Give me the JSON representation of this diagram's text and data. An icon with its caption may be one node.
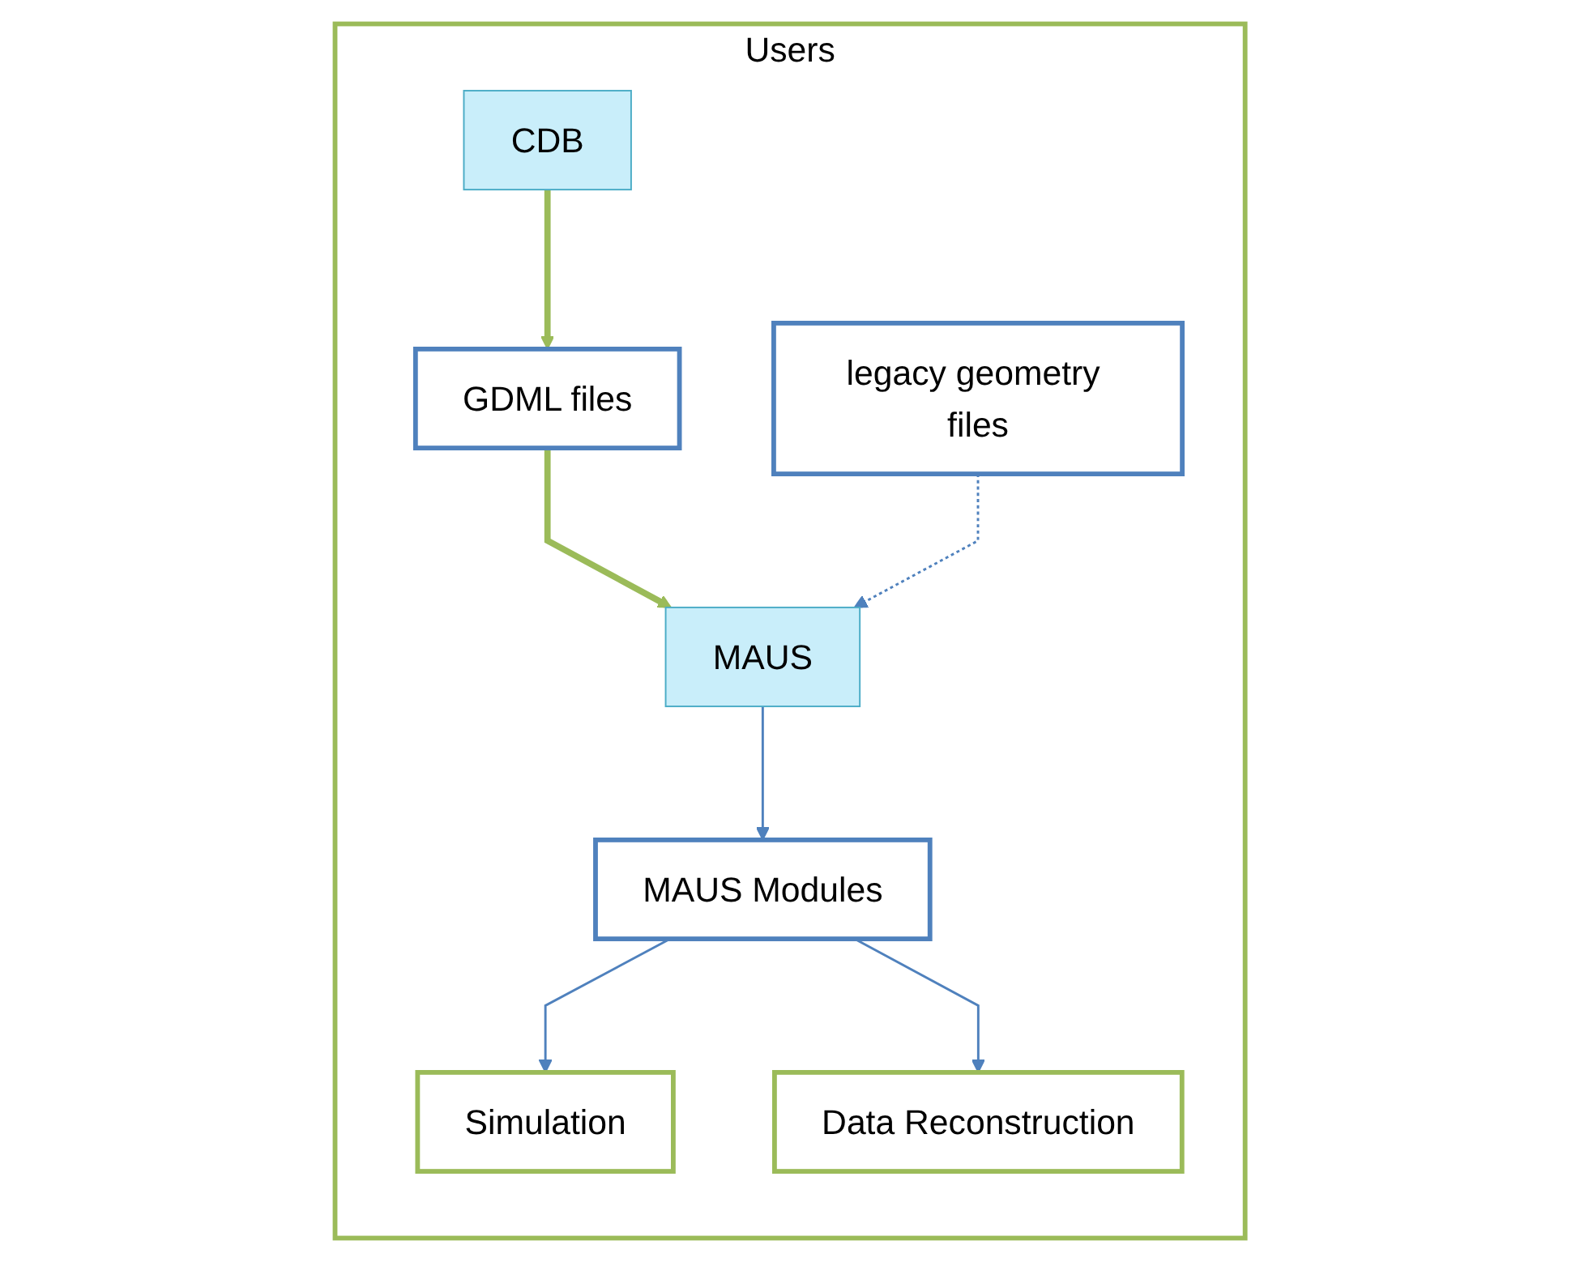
{
  "diagram": {
    "nodes": [
      {
        "text": [
          "Users"
        ]
      },
      {
        "text": [
          "CDB"
        ],
        "in": 0
      },
      {
        "text": [
          "GDML files"
        ],
        "in": 0
      },
      {
        "text": [
          "legacy geometry files"
        ],
        "in": 0
      },
      {
        "text": [
          "MAUS"
        ],
        "in": 0
      },
      {
        "text": [
          "MAUS Modules"
        ],
        "in": 0
      },
      {
        "text": [
          "Simulation"
        ],
        "in": 0
      },
      {
        "text": [
          "Data Reconstruction"
        ],
        "in": 0
      }
    ],
    "edges": [
      {
        "from": 1,
        "to": 2,
        "arrow": "to",
        "style": "thick",
        "color": "#9bbb59"
      },
      {
        "from": 2,
        "to": 4,
        "arrow": "to",
        "style": "thick",
        "color": "#9bbb59"
      },
      {
        "from": 3,
        "to": 4,
        "arrow": "to",
        "style": "dashed"
      },
      {
        "from": 4,
        "to": 5,
        "arrow": "to"
      },
      {
        "from": 5,
        "to": 6,
        "arrow": "to"
      },
      {
        "from": 5,
        "to": 7,
        "arrow": "to"
      }
    ]
  }
}
